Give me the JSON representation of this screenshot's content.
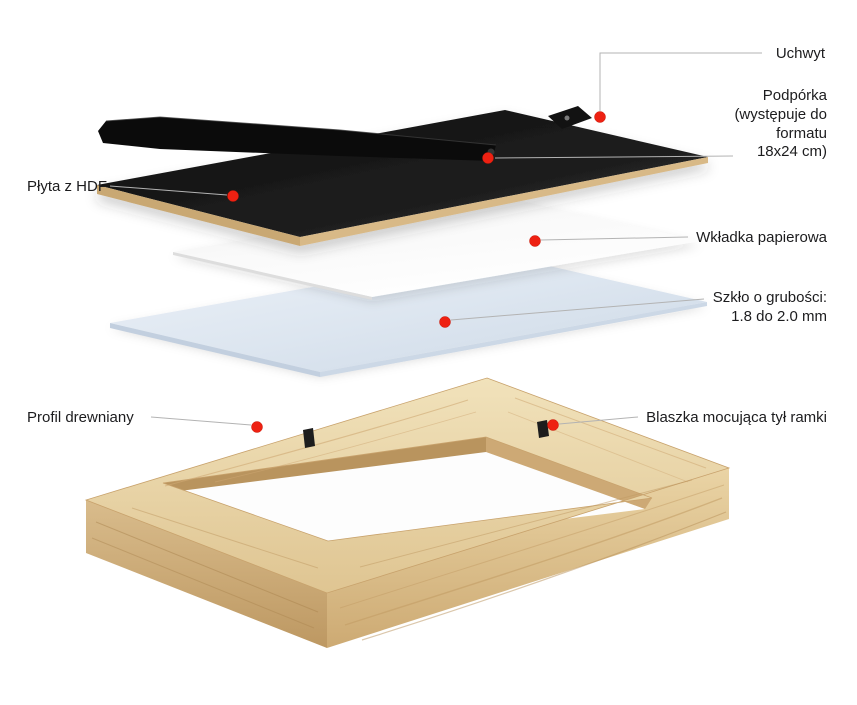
{
  "page": {
    "description_note": "Exploded diagram of a wooden picture frame with labeled parts"
  },
  "labels": {
    "uchwyt": "Uchwyt",
    "podporka": "Podpórka\n(występuje do\nformatu\n18x24 cm)",
    "plyta_hdf": "Płyta z HDF",
    "wkladka": "Wkładka papierowa",
    "szklo": "Szkło o grubości:\n1.8 do 2.0 mm",
    "profil": "Profil drewniany",
    "blaszka": "Blaszka mocująca tył ramki"
  },
  "icons": {
    "hotspot": "red-dot-marker"
  },
  "colors": {
    "marker": "#ee2112",
    "leader_line": "#b3b3b3",
    "label_text": "#1c1c1e",
    "background": "#ffffff",
    "wood_light": "#f1e2bb",
    "wood_mid": "#dcc08d",
    "wood_dark": "#bf9a64",
    "glass_blue": "#dde6f0",
    "paper_white": "#fafafa",
    "hdf_black": "#1c1c1c",
    "hdf_edge": "#c9a873"
  }
}
